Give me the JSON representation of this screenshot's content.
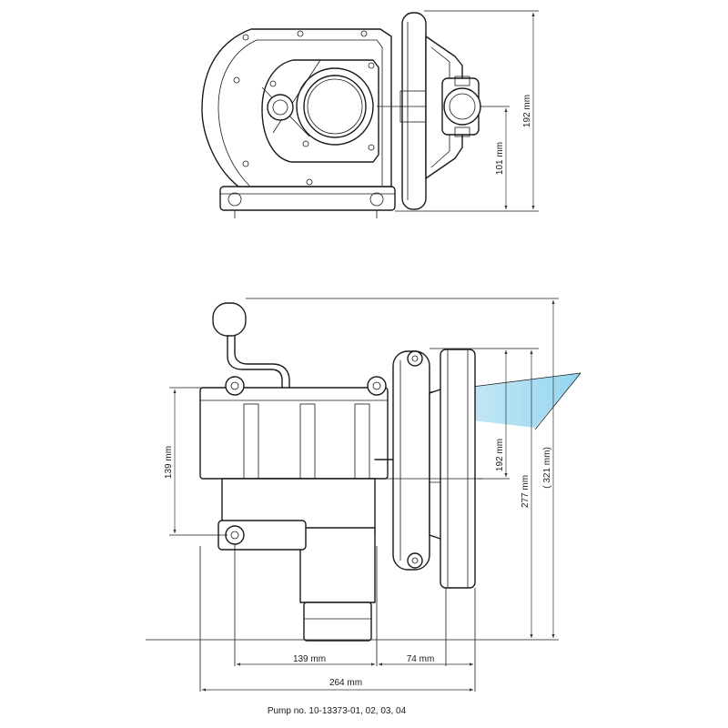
{
  "dimensions": {
    "top_height": "192 mm",
    "top_center": "101 mm",
    "side_body": "139 mm",
    "side_port": "192 mm",
    "side_height": "277 mm",
    "side_total": "( 321 mm)",
    "bottom_left": "139 mm",
    "bottom_right": "74 mm",
    "bottom_total": "264 mm"
  },
  "caption": "Pump no. 10-13373-01, 02, 03, 04",
  "colors": {
    "line": "#1a1a1a",
    "stream": "#8fd3ee"
  }
}
